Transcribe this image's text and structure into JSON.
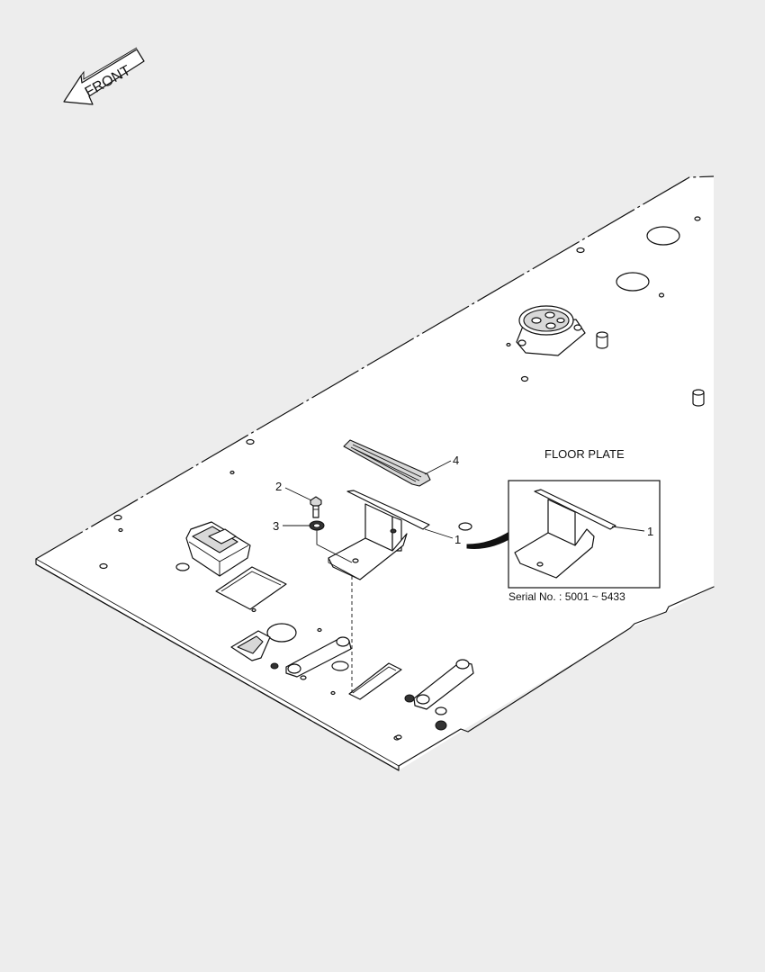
{
  "front_label": "FRONT",
  "inset": {
    "title": "FLOOR PLATE",
    "serial": "Serial No. : 5001 ~ 5433",
    "callout": "1"
  },
  "callouts": [
    {
      "id": "1",
      "part": "pedal-bracket"
    },
    {
      "id": "2",
      "part": "bolt"
    },
    {
      "id": "3",
      "part": "washer"
    },
    {
      "id": "4",
      "part": "rubber-pad"
    }
  ]
}
